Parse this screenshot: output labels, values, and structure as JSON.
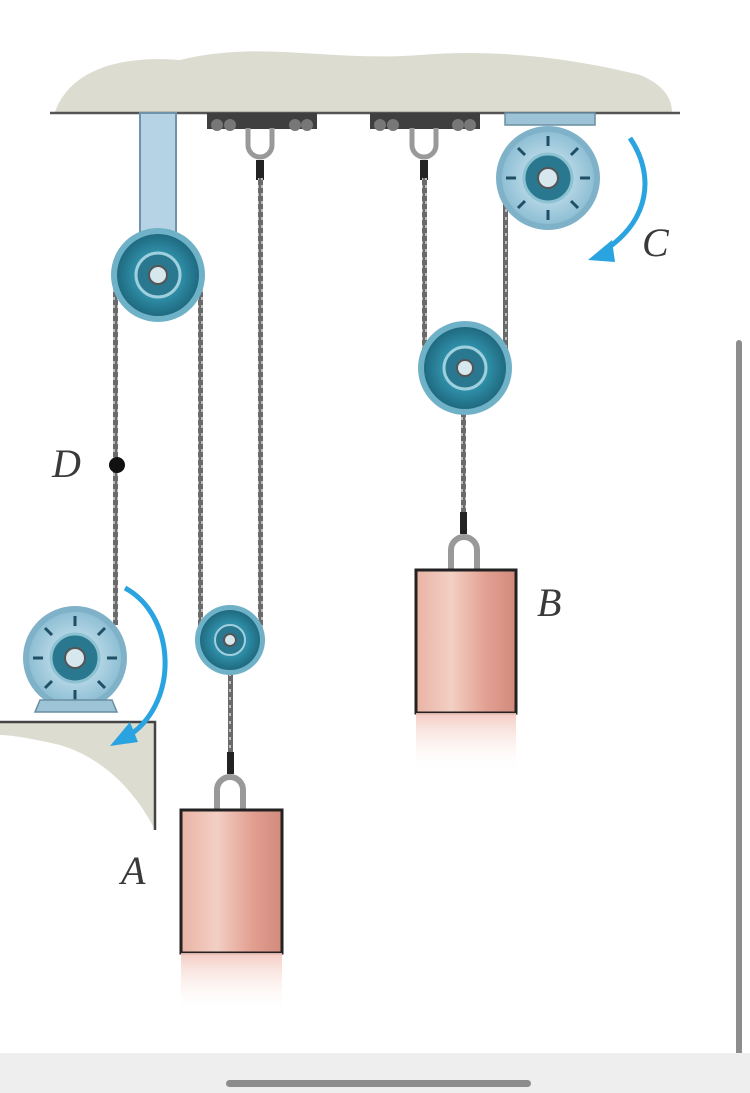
{
  "labels": {
    "A": "A",
    "B": "B",
    "C": "C",
    "D": "D"
  },
  "colors": {
    "pulley": "#2c7d96",
    "pulley_rim": "#6fb2c8",
    "motor": "#a7cfe0",
    "block": "#e3a89a",
    "ceiling": "#d9d9cc",
    "arrow": "#2aa4e0",
    "support_bar": "#b6d3e6"
  },
  "icons": {
    "arrow_C": "clockwise-arrow-icon",
    "arrow_A": "clockwise-arrow-icon"
  }
}
